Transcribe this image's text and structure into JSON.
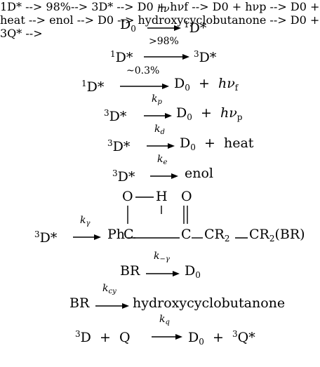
{
  "reactions": [
    {
      "left_species": "D",
      "left_sub": "0",
      "arrow_label": "h",
      "arrow_label_greek": "ν",
      "right_pre": "1",
      "right": "D*"
    },
    {
      "left_pre": "1",
      "left": "D*",
      "arrow_label": ">98%",
      "right_pre": "3",
      "right": "D*"
    },
    {
      "left_pre": "1",
      "left": "D*",
      "arrow_label": "~0.3%",
      "right": "D",
      "right_sub": "0",
      "plus": "+",
      "extra": "hν",
      "extra_sub": "f"
    },
    {
      "left_pre": "3",
      "left": "D*",
      "arrow_label": "k",
      "arrow_label_sub": "p",
      "right": "D",
      "right_sub": "0",
      "plus": "+",
      "extra": "hν",
      "extra_sub": "p"
    },
    {
      "left_pre": "3",
      "left": "D*",
      "arrow_label": "k",
      "arrow_label_sub": "d",
      "right": "D",
      "right_sub": "0",
      "plus": "+",
      "extra": "heat"
    },
    {
      "left_pre": "3",
      "left": "D*",
      "arrow_label": "k",
      "arrow_label_sub": "e",
      "right": "enol"
    },
    {
      "left_pre": "3",
      "left": "D*",
      "arrow_label": "k",
      "arrow_label_sub": "γ",
      "ph": "Ph",
      "c1": "C",
      "c2": "C",
      "cr2": "CR",
      "cr2_sub": "2",
      "cr2br": "CR",
      "cr2br_sub": "2",
      "cr2br_tail": "(BR)",
      "oh_o": "O",
      "oh_h": "H",
      "ketone_o": "O"
    },
    {
      "left": "BR",
      "arrow_label": "k",
      "arrow_label_sub": "−γ",
      "right": "D",
      "right_sub": "0"
    },
    {
      "left": "BR",
      "arrow_label": "k",
      "arrow_label_sub": "cy",
      "right": "hydroxycyclobutanone"
    },
    {
      "left_pre": "3",
      "left": "D",
      "plus1": "+",
      "q": "Q",
      "arrow_label": "k",
      "arrow_label_sub": "q",
      "right": "D",
      "right_sub": "0",
      "plus": "+",
      "extra_pre": "3",
      "extra": "Q*"
    }
  ]
}
